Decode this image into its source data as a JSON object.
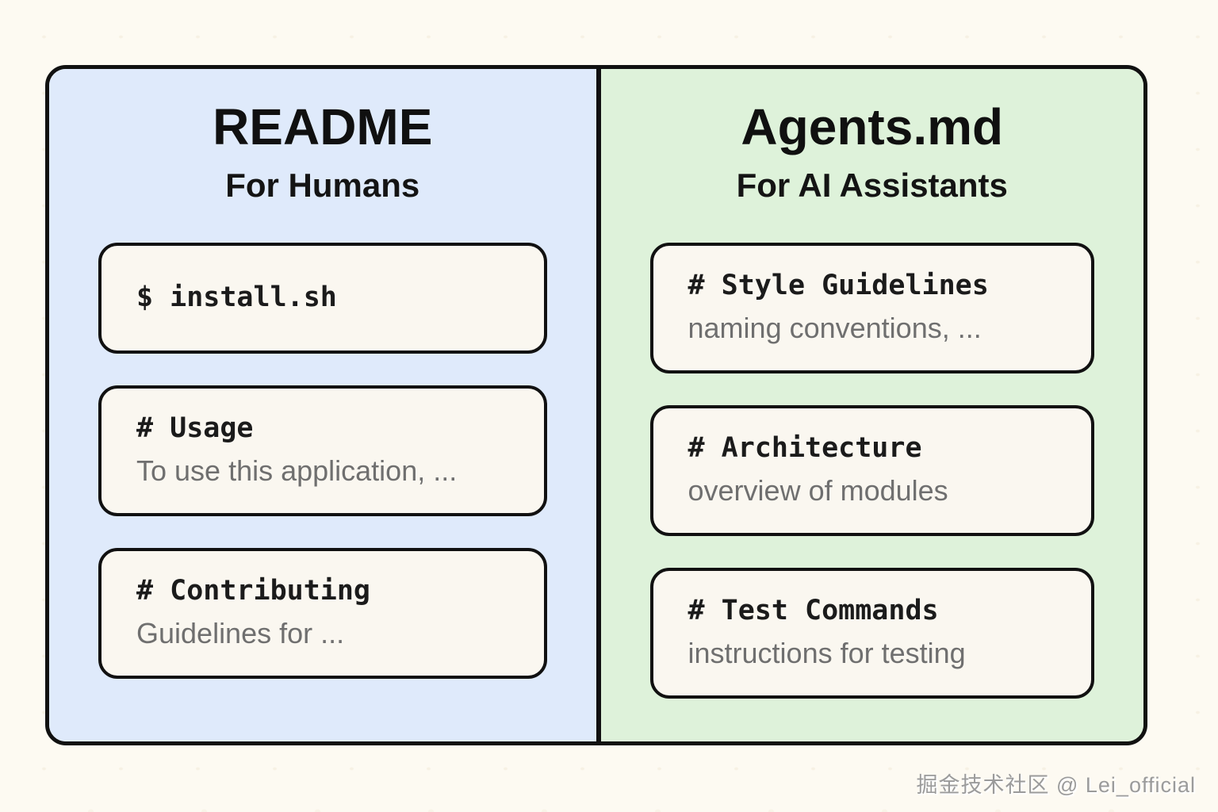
{
  "diagram": {
    "panels": [
      {
        "title": "README",
        "subtitle": "For Humans",
        "bg_color": "#dfeafb",
        "cards": [
          {
            "header": "$ install.sh",
            "description": ""
          },
          {
            "header": "# Usage",
            "description": "To use this application, ..."
          },
          {
            "header": "# Contributing",
            "description": "Guidelines for ..."
          }
        ]
      },
      {
        "title": "Agents.md",
        "subtitle": "For AI Assistants",
        "bg_color": "#def2da",
        "cards": [
          {
            "header": "# Style Guidelines",
            "description": "naming conventions, ..."
          },
          {
            "header": "# Architecture",
            "description": "overview of modules"
          },
          {
            "header": "# Test Commands",
            "description": "instructions for testing"
          }
        ]
      }
    ]
  },
  "watermark": "掘金技术社区 @ Lei_official",
  "colors": {
    "page_bg": "#fdfaf2",
    "panel_left_bg": "#dfeafb",
    "panel_right_bg": "#def2da",
    "card_bg": "#faf7f0",
    "border": "#111111",
    "header_text": "#1b1b1b",
    "description_text": "#6f6f6f",
    "watermark_text": "#9b9b9b"
  }
}
